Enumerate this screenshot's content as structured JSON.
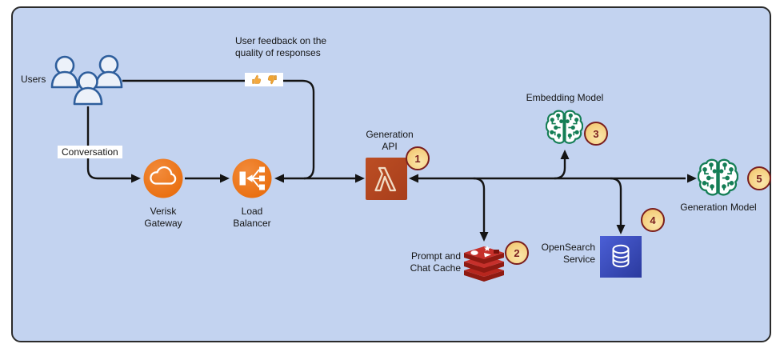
{
  "diagram": {
    "labels": {
      "users": "Users",
      "conversation": "Conversation",
      "feedback_line1": "User feedback on the",
      "feedback_line2": "quality of responses",
      "verisk_gateway_line1": "Verisk",
      "verisk_gateway_line2": "Gateway",
      "load_balancer_line1": "Load",
      "load_balancer_line2": "Balancer",
      "generation_api_line1": "Generation",
      "generation_api_line2": "API",
      "embedding_model": "Embedding Model",
      "generation_model": "Generation Model",
      "prompt_cache_line1": "Prompt and",
      "prompt_cache_line2": "Chat Cache",
      "opensearch_line1": "OpenSearch",
      "opensearch_line2": "Service"
    },
    "badges": {
      "b1": "1",
      "b2": "2",
      "b3": "3",
      "b4": "4",
      "b5": "5"
    },
    "icons": {
      "users": "users-group-icon",
      "verisk_gateway": "cloud-gateway-icon",
      "load_balancer": "load-balancer-icon",
      "generation_api": "lambda-icon",
      "embedding_model": "neural-brain-icon",
      "generation_model": "neural-brain-icon",
      "prompt_cache": "redis-cache-icon",
      "opensearch": "database-icon",
      "feedback": [
        "thumbs-up-icon",
        "thumbs-down-icon"
      ]
    },
    "colors": {
      "canvas_bg": "#C3D3F0",
      "frame_border": "#2B2B2B",
      "aws_orange": "#ED7418",
      "lambda_red": "#B2451F",
      "redis_red": "#C6302B",
      "redis_dark": "#8F1A12",
      "opensearch_blue": "#3B4EC1",
      "model_green": "#157E56",
      "badge_fill": "#F6D386",
      "badge_border": "#7A1E1E",
      "connector": "#141414",
      "users_blue": "#2E5E9C"
    }
  }
}
